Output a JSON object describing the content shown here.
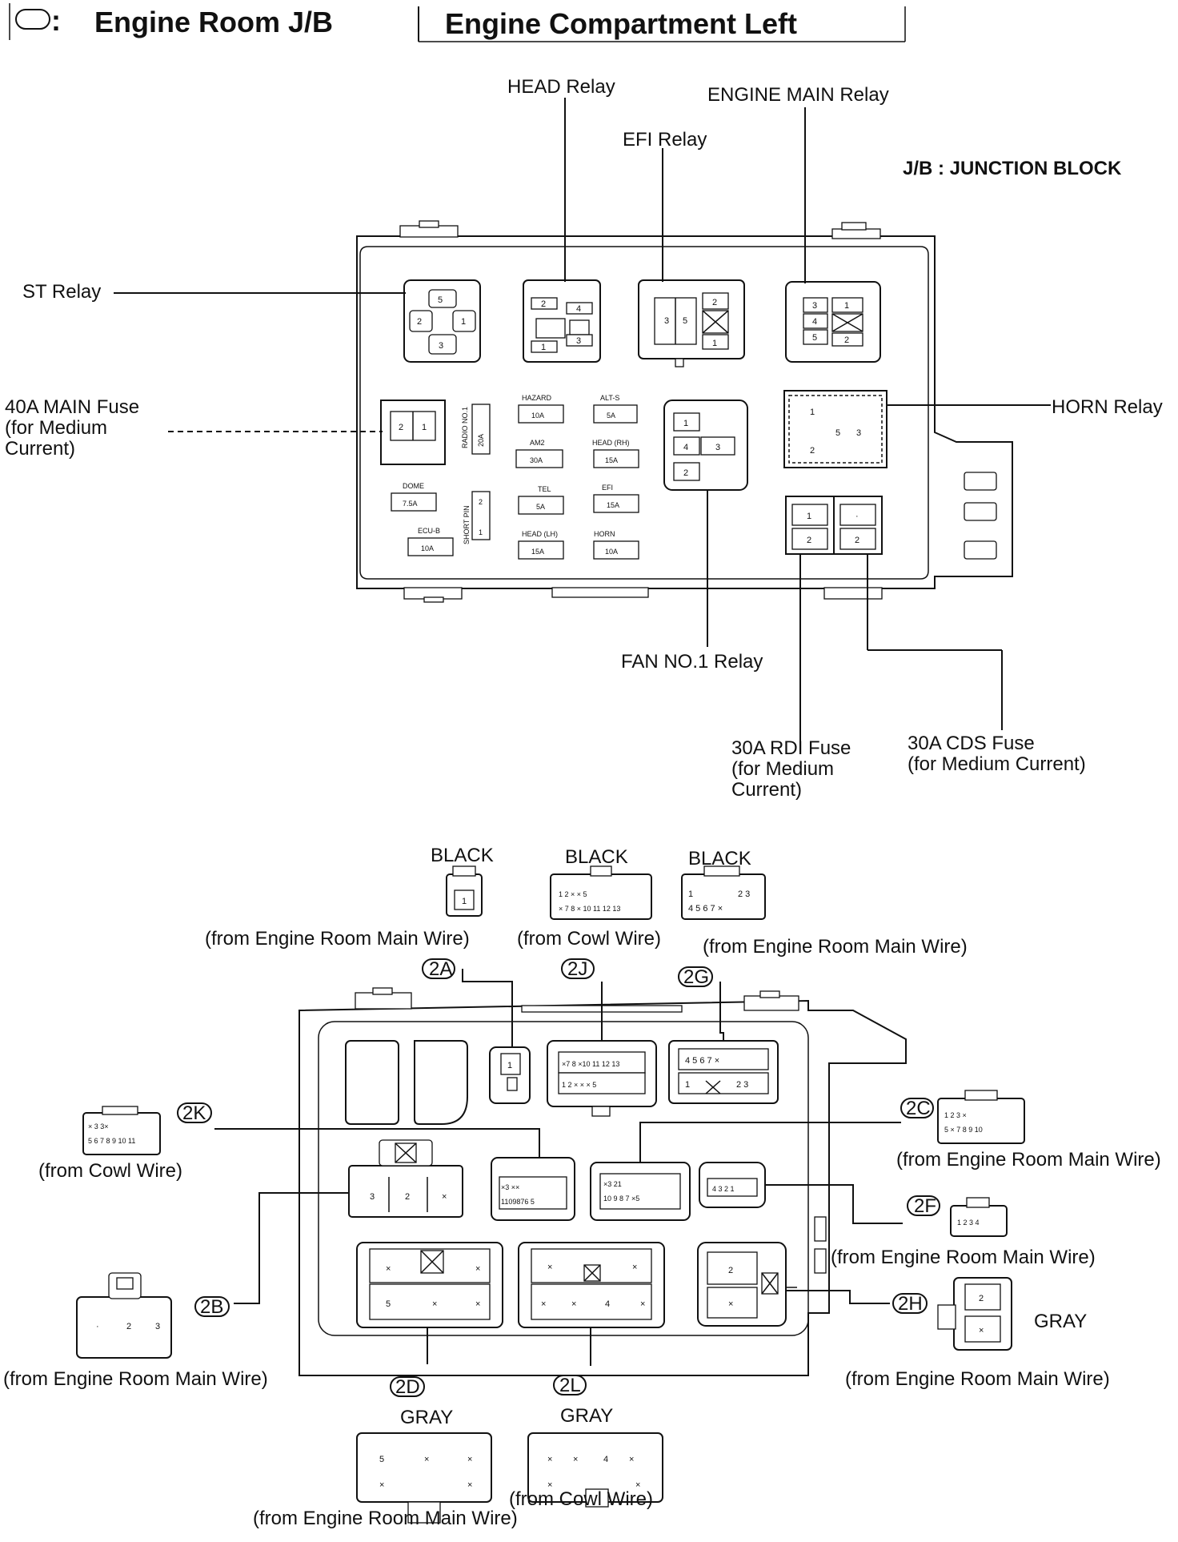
{
  "header": {
    "symbol_suffix": ":",
    "title": "Engine Room J/B",
    "subtitle": "Engine Compartment Left"
  },
  "legend": {
    "jb": "J/B :  JUNCTION BLOCK"
  },
  "top_labels": {
    "head_relay": "HEAD Relay",
    "engine_main_relay": "ENGINE MAIN Relay",
    "efi_relay": "EFI Relay",
    "st_relay": "ST Relay",
    "main_fuse_1": "40A MAIN Fuse",
    "main_fuse_2": "(for Medium",
    "main_fuse_3": "Current)",
    "horn_relay": "HORN Relay",
    "fan_relay": "FAN NO.1 Relay",
    "rdi_fuse_1": "30A RDI Fuse",
    "rdi_fuse_2": "(for Medium",
    "rdi_fuse_3": "Current)",
    "cds_fuse_1": "30A CDS Fuse",
    "cds_fuse_2": "(for Medium Current)"
  },
  "fuses": {
    "radio_name": "RADIO NO.1",
    "radio_val": "20A",
    "hazard_name": "HAZARD",
    "hazard_val": "10A",
    "alts_name": "ALT-S",
    "alts_val": "5A",
    "am2_name": "AM2",
    "am2_val": "30A",
    "headrh_name": "HEAD (RH)",
    "headrh_val": "15A",
    "dome_name": "DOME",
    "dome_val": "7.5A",
    "short_name": "SHORT PIN",
    "tel_name": "TEL",
    "tel_val": "5A",
    "efi_name": "EFI",
    "efi_val": "15A",
    "ecub_name": "ECU-B",
    "ecub_val": "10A",
    "headlh_name": "HEAD (LH)",
    "headlh_val": "15A",
    "horn_name": "HORN",
    "horn_val": "10A"
  },
  "connectors": {
    "c2a": {
      "code": "2A",
      "color": "BLACK",
      "source": "(from Engine Room Main Wire)"
    },
    "c2j": {
      "code": "2J",
      "color": "BLACK",
      "source": "(from Cowl Wire)"
    },
    "c2g": {
      "code": "2G",
      "color": "BLACK",
      "source": "(from Engine Room Main Wire)"
    },
    "c2k": {
      "code": "2K",
      "source": "(from Cowl Wire)"
    },
    "c2c": {
      "code": "2C",
      "source": "(from Engine Room Main Wire)"
    },
    "c2f": {
      "code": "2F",
      "source": "(from Engine Room Main Wire)"
    },
    "c2b": {
      "code": "2B",
      "source": "(from Engine Room Main Wire)"
    },
    "c2h": {
      "code": "2H",
      "color": "GRAY",
      "source": "(from Engine Room Main Wire)"
    },
    "c2d": {
      "code": "2D",
      "color": "GRAY",
      "source": "(from Engine Room Main Wire)"
    },
    "c2l": {
      "code": "2L",
      "color": "GRAY",
      "source": "(from Cowl Wire)"
    }
  }
}
